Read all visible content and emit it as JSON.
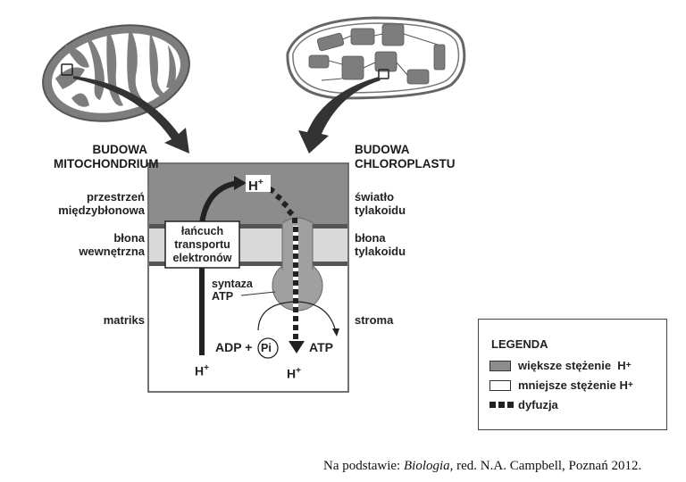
{
  "diagram": {
    "left_header": [
      "BUDOWA",
      "MITOCHONDRIUM"
    ],
    "right_header": [
      "BUDOWA",
      "CHLOROPLASTU"
    ],
    "left_labels": {
      "intermembrane": [
        "przestrzeń",
        "międzybłonowa"
      ],
      "inner_membrane": [
        "błona",
        "wewnętrzna"
      ],
      "matrix": "matriks"
    },
    "right_labels": {
      "lumen": [
        "światło",
        "tylakoidu"
      ],
      "thylakoid_membrane": [
        "błona",
        "tylakoidu"
      ],
      "stroma": "stroma"
    },
    "etc_box": [
      "łańcuch",
      "transportu",
      "elektronów"
    ],
    "atp_synthase": [
      "syntaza",
      "ATP"
    ],
    "h_top": "H",
    "h_sup": "+",
    "h_bottom_left": "H",
    "h_bottom_right": "H",
    "adp": "ADP +",
    "pi": "Pi",
    "atp": "ATP",
    "colors": {
      "high_conc": "#8c8c8c",
      "low_conc": "#ffffff",
      "membrane": "#d9d9d9",
      "membrane_line": "#555555",
      "organelle": "#7d7d7d"
    }
  },
  "legend": {
    "title": "LEGENDA",
    "items": [
      {
        "label": "większe stężenie",
        "suffix": "H",
        "sup": "+"
      },
      {
        "label": "mniejsze stężenie",
        "suffix": "H",
        "sup": "+"
      },
      {
        "label": "dyfuzja"
      }
    ]
  },
  "caption": {
    "prefix": "Na podstawie: ",
    "title": "Biologia,",
    "suffix": " red. N.A. Campbell, Poznań 2012."
  }
}
